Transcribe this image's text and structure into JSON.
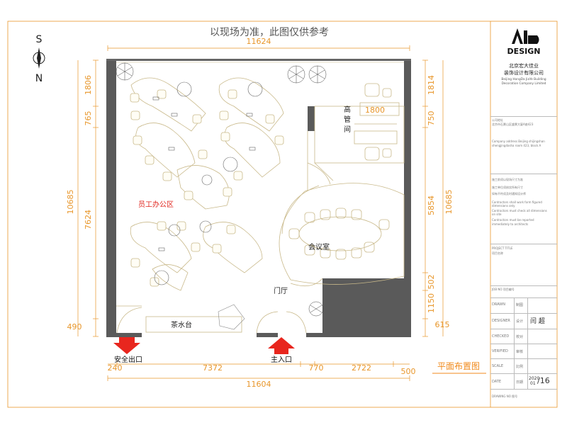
{
  "notice": "以现场为准，此图仅供参考",
  "compass": {
    "north": "N",
    "south": "S"
  },
  "drawing_title": "平面布置图",
  "dimensions": {
    "top_total": "11624",
    "bottom_total": "11604",
    "bottom_segments": [
      "240",
      "7372",
      "770",
      "2722",
      "500"
    ],
    "left_segments": [
      "1806",
      "765",
      "7624",
      "490"
    ],
    "left_total": "10685",
    "right_segments": [
      "1814",
      "750",
      "5854",
      "502",
      "1150",
      "615"
    ],
    "right_total": "10685",
    "office_width": "1800"
  },
  "rooms": {
    "staff_office": "员工办公区",
    "manager_room": [
      "高",
      "管",
      "间"
    ],
    "meeting_room": "会议室",
    "lobby": "门厅",
    "tea_bar": "茶水台"
  },
  "exits": {
    "safety_exit": "安全出口",
    "main_entrance": "主入口"
  },
  "title_block": {
    "logo_text": "DESIGN",
    "company_cn_1": "北京宏大佳业",
    "company_cn_2": "装饰设计有限公司",
    "company_en_1": "Beijing HongDa JiaYe Building",
    "company_en_2": "Decoration Company Limited",
    "address_label": "公司地址",
    "address_cn": "北京市石景山区盛景大厦A座423",
    "address_en_1": "Company address Beijing  shijingshan",
    "address_en_2": "shengjingdasha room 423, block A",
    "notes_cn_1": "施工前须以现场尺寸为准",
    "notes_cn_2": "施工单位须核实所有尺寸",
    "notes_cn_3": "如有不符须及时通知设计师",
    "notes_en_1": "Contractors shall work form figured",
    "notes_en_2": "dimensions only",
    "notes_en_3": "Contractors must check all dimensions",
    "notes_en_4": "on site",
    "notes_en_5": "Contractors must be reported",
    "notes_en_6": "immediately to architects",
    "project_title_label": "PROJECT  TITLE",
    "project_title_value": "项目名称",
    "job_no_label": "JOB NO  项目编号",
    "drawn_label": "DRAWN",
    "drawn_cn": "制图",
    "designer_label": "DESIGNER",
    "designer_cn": "设计",
    "designer_value": "闫 超",
    "checked_label": "CHECKED",
    "checked_cn": "校对",
    "verified_label": "VERIFIED",
    "verified_cn": "审核",
    "scale_label": "SCALE",
    "scale_cn": "比例",
    "date_label": "DATE",
    "date_cn": "日期",
    "date_year": "2020",
    "date_month": "01",
    "date_day": "/16",
    "drawing_no_label": "DRAWING NO  图号"
  },
  "colors": {
    "dimension": "#e8962a",
    "wall": "#5a5a5a",
    "furniture": "#c9b98a",
    "exit_arrow": "#e8261e",
    "room_label_red": "#e0251d",
    "title_orange": "#f08a1c"
  }
}
